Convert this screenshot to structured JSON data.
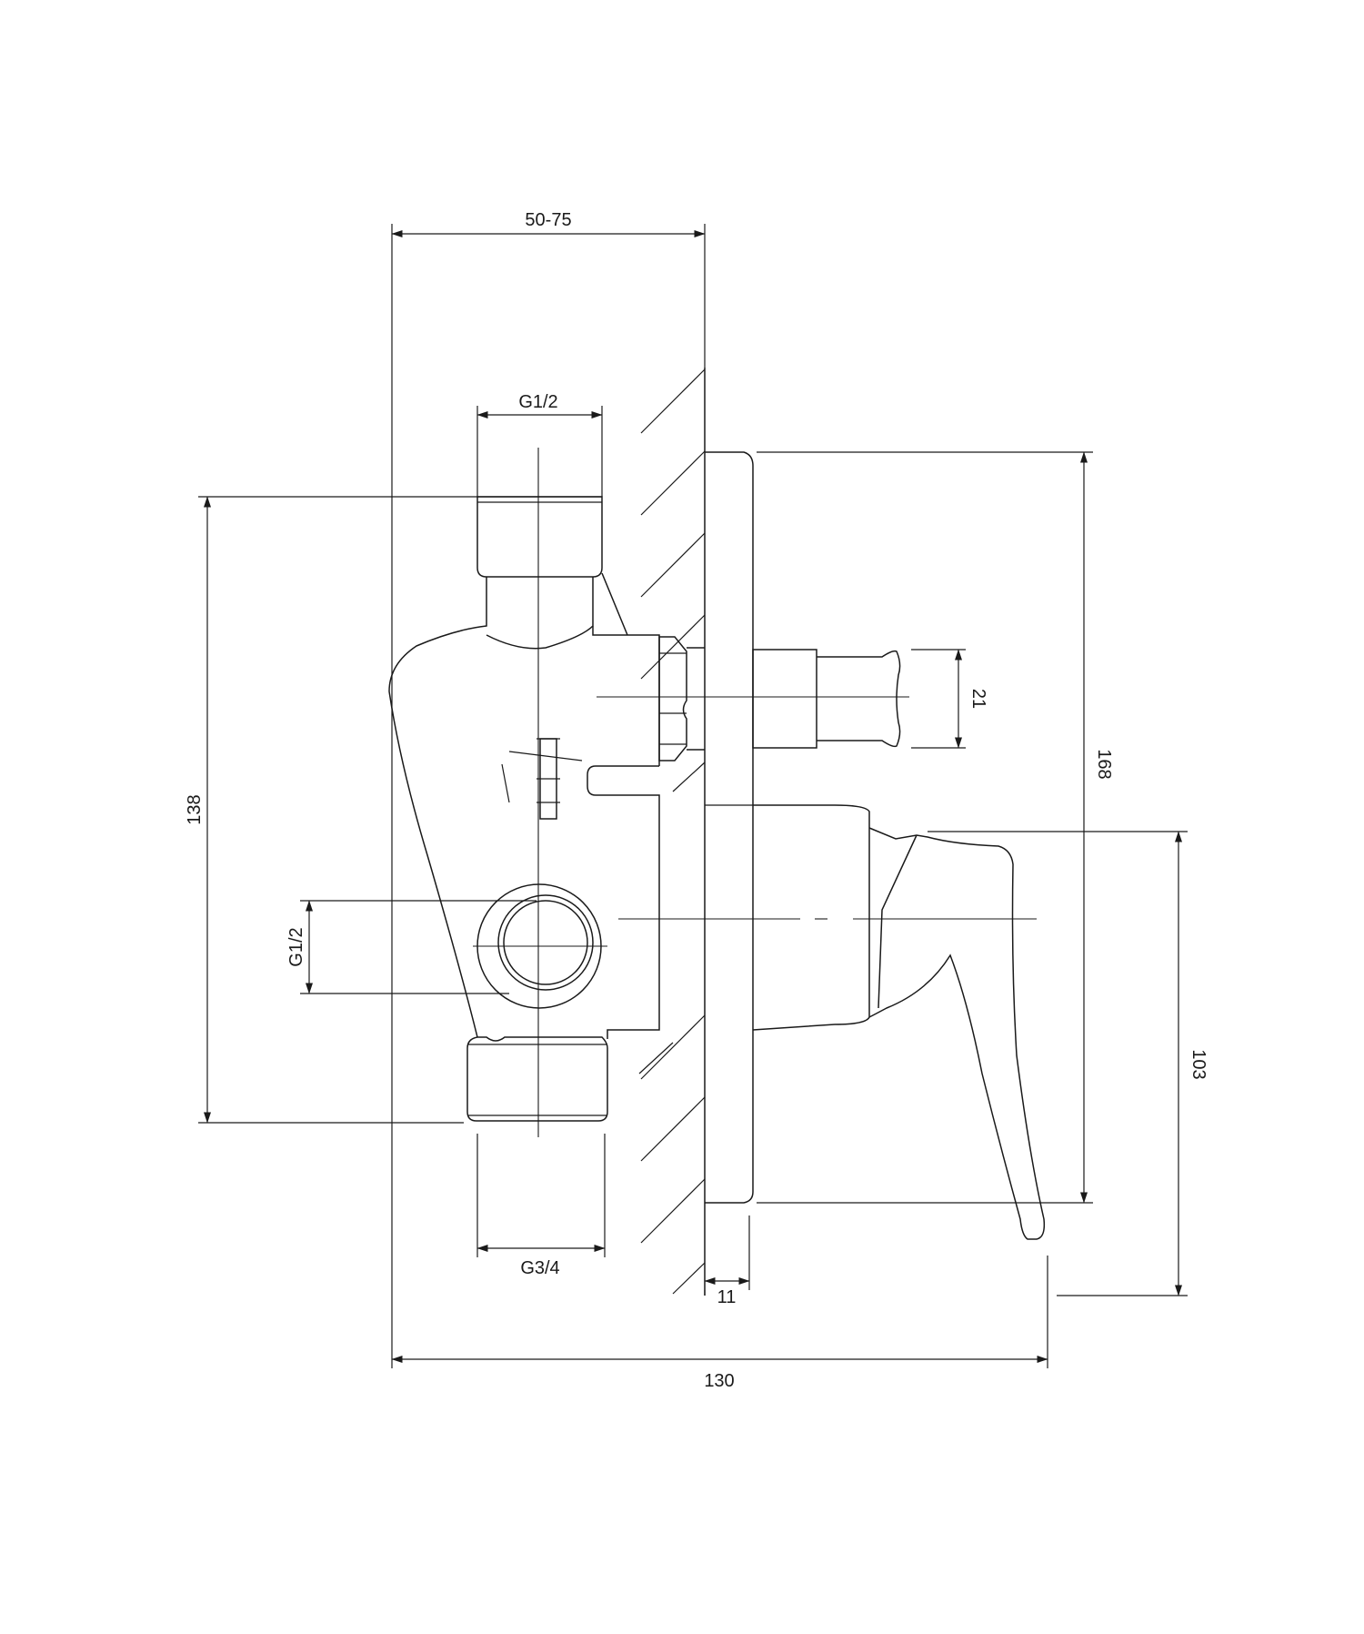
{
  "dimensions": {
    "wall_thickness": "50-75",
    "inlet_top": "G1/2",
    "overall_height_body": "138",
    "outlet_side": "G1/2",
    "outlet_bottom": "G3/4",
    "diverter_diameter": "21",
    "plate_height": "168",
    "lever_height": "103",
    "plate_thickness": "11",
    "overall_depth": "130"
  }
}
